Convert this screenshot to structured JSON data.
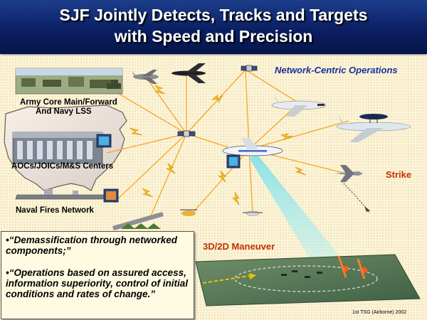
{
  "slide": {
    "title_line1": "SJF Jointly Detects, Tracks and Targets",
    "title_line2": "with Speed and Precision",
    "network_label": "Network-Centric Operations",
    "army_label_line1": "Army Core Main/Forward",
    "army_label_line2": "And Navy LSS",
    "aoc_label": "AOCs/JOICs/M&S Centers",
    "naval_label": "Naval Fires Network",
    "strike_label": "Strike",
    "maneuver_label": "3D/2D Maneuver",
    "quote1": "•“Demassification through networked components;”",
    "quote2": "•“Operations based on assured access, information superiority, control of initial conditions and rates of change.”",
    "credit": "1st TSG (Airborne) 2002"
  },
  "colors": {
    "title_bar": "#0b1f63",
    "title_text": "#ffffff",
    "network_label": "#1a2fa0",
    "strike_label": "#c43000",
    "maneuver_label": "#c43000",
    "link_lines": "#f5a623",
    "background": "#fbf4d9"
  },
  "icons": [
    "satellite-icon",
    "aircraft-icon",
    "awacs-icon",
    "jstars-icon",
    "fighter-jet-icon",
    "uav-icon",
    "helicopter-icon",
    "ship-icon",
    "building-icon",
    "tank-icon",
    "lightning-bolt-icon",
    "missile-icon",
    "radar-beam-icon"
  ]
}
